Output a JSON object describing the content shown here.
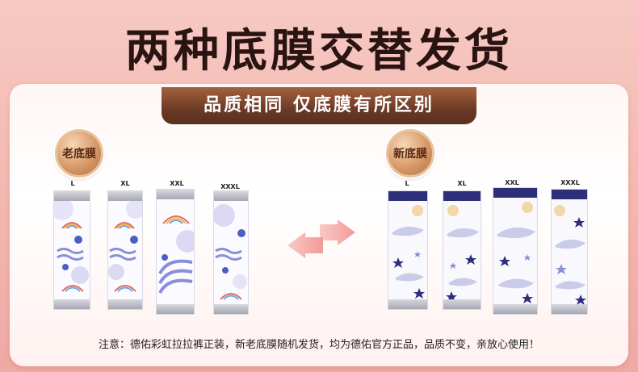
{
  "title": "两种底膜交替发货",
  "subtitle": "品质相同 仅底膜有所区别",
  "old_label": "老底膜",
  "new_label": "新底膜",
  "sizes": [
    "L",
    "XL",
    "XXL",
    "XXXL"
  ],
  "note": "注意：德佑彩虹拉拉裤正装，新老底膜随机发货，均为德佑官方正品，品质不变，亲放心使用！",
  "colors": {
    "accent_brown": "#6c3a25",
    "badge_gold": "#d79a6a",
    "pink_bg": "#f3b7b0",
    "navy": "#2d2f7a",
    "lavender": "#8a8fd8"
  }
}
